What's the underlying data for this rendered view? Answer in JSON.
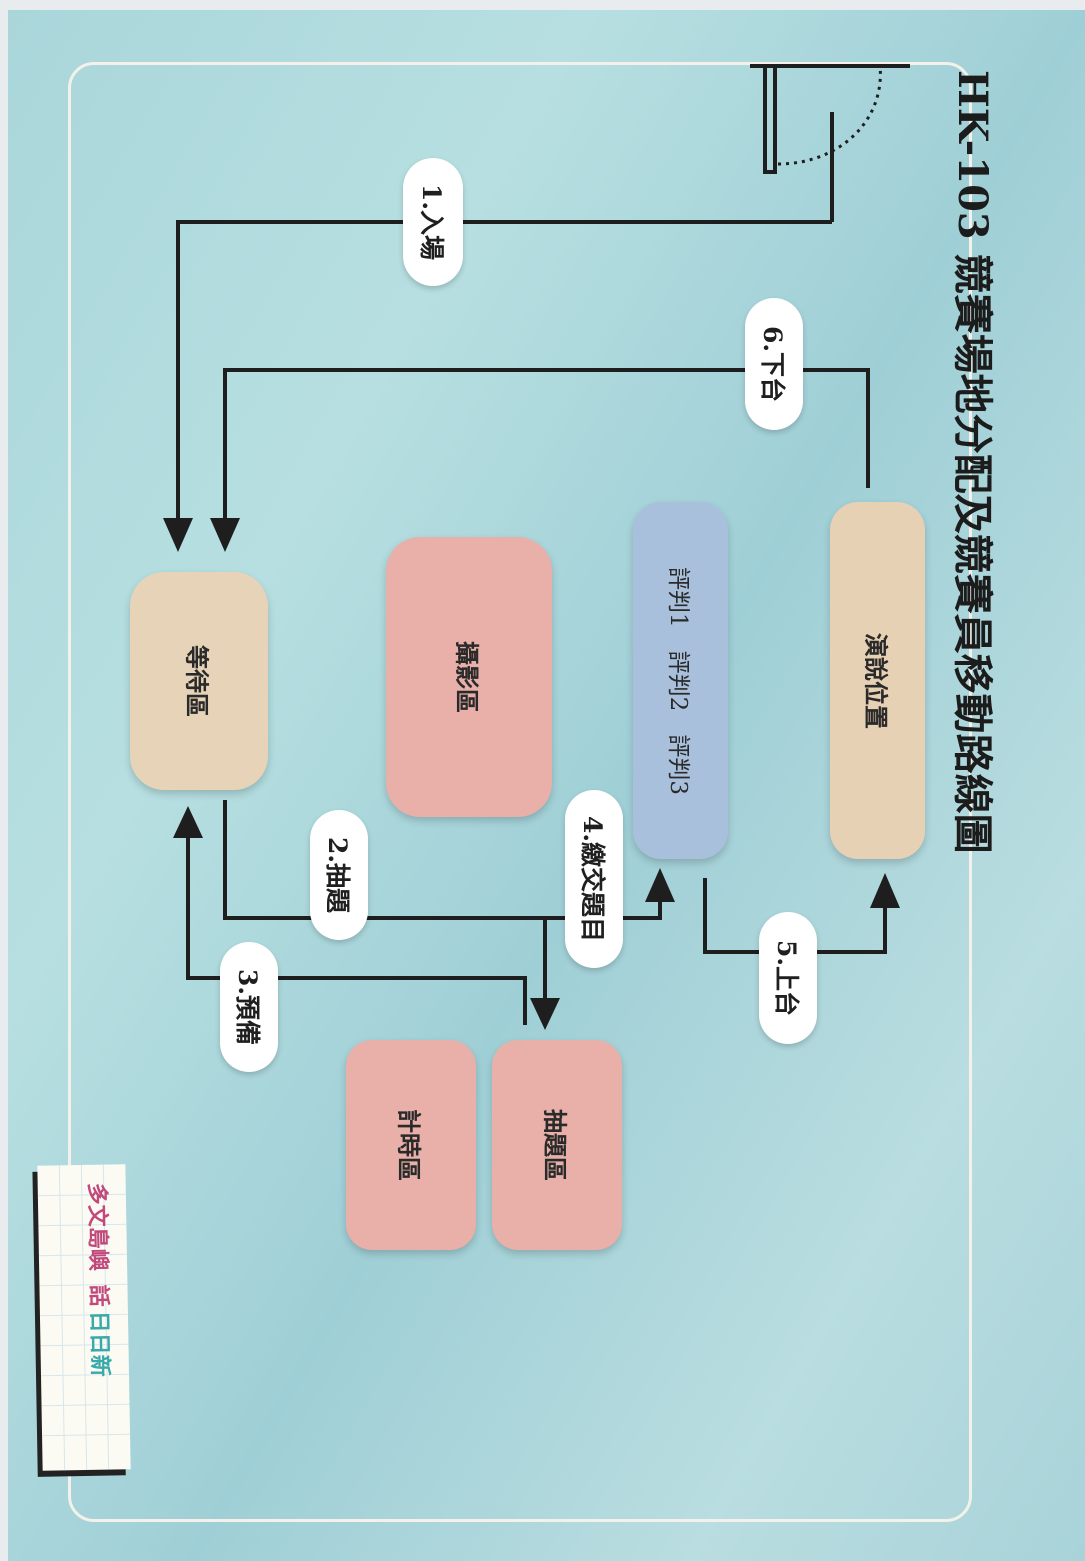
{
  "title": "HK-103 競賽場地分配及競賽員移動路線圖",
  "boxes": {
    "waiting": "等待區",
    "photo": "攝影區",
    "judges": "評判1　評判2　評判3",
    "speech": "演說位置",
    "timer": "計時區",
    "draw": "抽題區"
  },
  "steps": {
    "s1": "1.入場",
    "s2": "2.抽題",
    "s3": "3.預備",
    "s4": "4.繳交題目",
    "s5": "5.上台",
    "s6": "6.下台"
  },
  "logo_text": "多文島嶼 話日日新",
  "colors": {
    "background": "#a9d6da",
    "waiting": "#e7d3b7",
    "photo": "#e8b0a8",
    "judges": "#a9c0dd",
    "speech": "#e7d1b4",
    "timer": "#e8b0a8",
    "draw": "#e8b0a8",
    "line": "#1e1e1e"
  }
}
